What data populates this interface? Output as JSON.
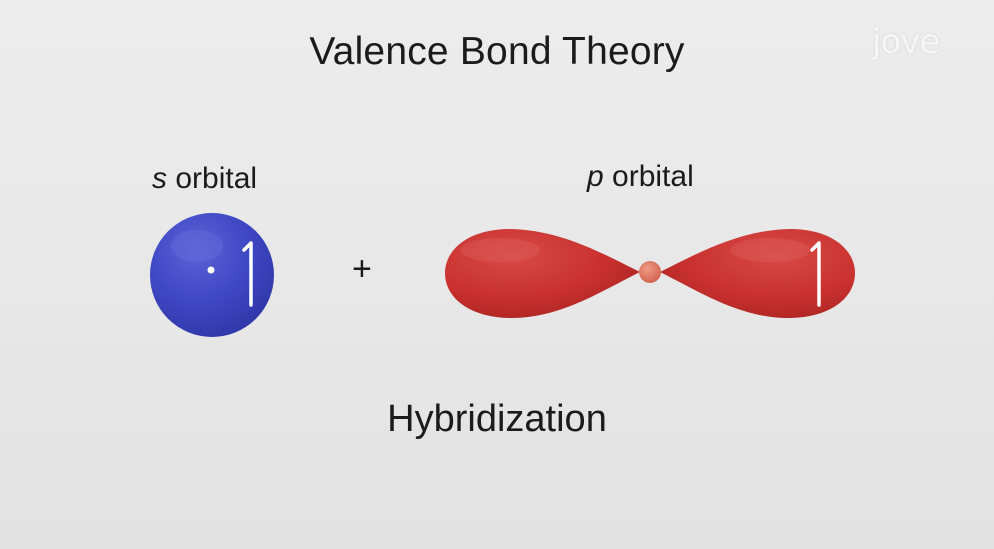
{
  "title": "Valence Bond Theory",
  "s_orbital": {
    "symbol": "s",
    "label": "orbital",
    "color": "#3f48c4",
    "electron_arrow": "1"
  },
  "plus_sign": "+",
  "p_orbital": {
    "symbol": "p",
    "label": "orbital",
    "color": "#c8302e",
    "electron_arrow": "1"
  },
  "subtitle": "Hybridization",
  "logo": {
    "text": "jove"
  }
}
